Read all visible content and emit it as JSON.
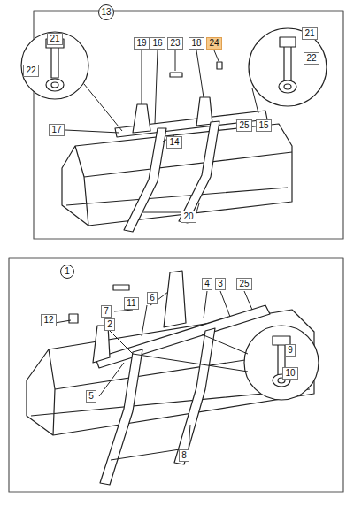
{
  "diagram": {
    "nodes": [
      {
        "text": [
          "13"
        ]
      },
      {
        "text": [
          "21"
        ]
      },
      {
        "text": [
          "22"
        ]
      },
      {
        "text": [
          "19"
        ]
      },
      {
        "text": [
          "16"
        ]
      },
      {
        "text": [
          "23"
        ]
      },
      {
        "text": [
          "18"
        ]
      },
      {
        "text": [
          "24"
        ]
      },
      {
        "text": [
          "21"
        ]
      },
      {
        "text": [
          "22"
        ]
      },
      {
        "text": [
          "17"
        ]
      },
      {
        "text": [
          "14"
        ]
      },
      {
        "text": [
          "25"
        ]
      },
      {
        "text": [
          "15"
        ]
      },
      {
        "text": [
          "20"
        ]
      },
      {
        "text": [
          "1"
        ]
      },
      {
        "text": [
          "6"
        ]
      },
      {
        "text": [
          "4"
        ]
      },
      {
        "text": [
          "3"
        ]
      },
      {
        "text": [
          "25"
        ]
      },
      {
        "text": [
          "12"
        ]
      },
      {
        "text": [
          "11"
        ]
      },
      {
        "text": [
          "7"
        ]
      },
      {
        "text": [
          "2"
        ]
      },
      {
        "text": [
          "9"
        ]
      },
      {
        "text": [
          "10"
        ]
      },
      {
        "text": [
          "5"
        ]
      },
      {
        "text": [
          "8"
        ]
      }
    ]
  }
}
